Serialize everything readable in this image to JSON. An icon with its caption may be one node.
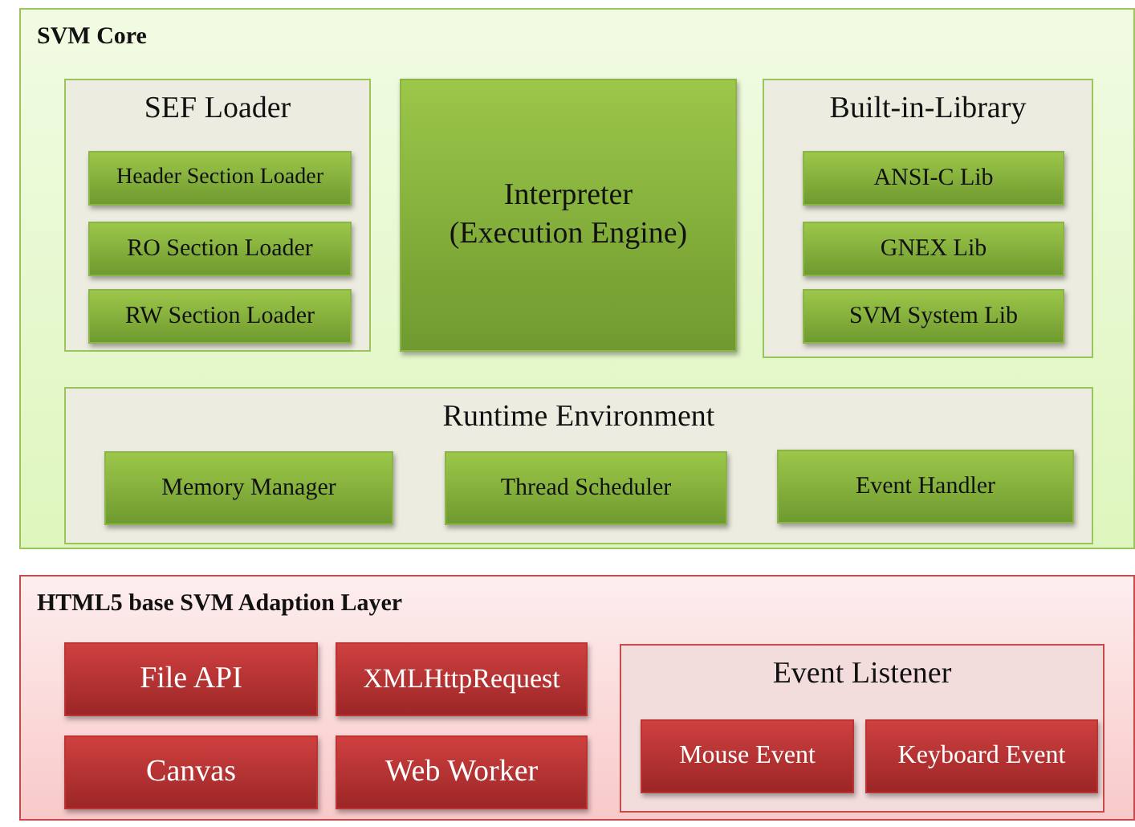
{
  "diagram": {
    "nodes": [
      {
        "text": [
          "SVM Core"
        ]
      },
      {
        "text": [
          "SEF Loader"
        ],
        "in": 0
      },
      {
        "text": [
          "Header Section Loader"
        ],
        "in": 1
      },
      {
        "text": [
          "RO Section Loader"
        ],
        "in": 1
      },
      {
        "text": [
          "RW Section Loader"
        ],
        "in": 1
      },
      {
        "text": [
          "Interpreter (Execution Engine)"
        ],
        "in": 0
      },
      {
        "text": [
          "Built-in-Library"
        ],
        "in": 0
      },
      {
        "text": [
          "ANSI-C Lib"
        ],
        "in": 6
      },
      {
        "text": [
          "GNEX Lib"
        ],
        "in": 6
      },
      {
        "text": [
          "SVM System Lib"
        ],
        "in": 6
      },
      {
        "text": [
          "Runtime Environment"
        ],
        "in": 0
      },
      {
        "text": [
          "Memory Manager"
        ],
        "in": 10
      },
      {
        "text": [
          "Thread Scheduler"
        ],
        "in": 10
      },
      {
        "text": [
          "Event Handler"
        ],
        "in": 10
      },
      {
        "text": [
          "HTML5 base SVM Adaption Layer"
        ]
      },
      {
        "text": [
          "File API"
        ],
        "in": 14
      },
      {
        "text": [
          "XMLHttpRequest"
        ],
        "in": 14
      },
      {
        "text": [
          "Canvas"
        ],
        "in": 14
      },
      {
        "text": [
          "Web Worker"
        ],
        "in": 14
      },
      {
        "text": [
          "Event Listener"
        ],
        "in": 14
      },
      {
        "text": [
          "Mouse Event"
        ],
        "in": 19
      },
      {
        "text": [
          "Keyboard Event"
        ],
        "in": 19
      }
    ]
  }
}
